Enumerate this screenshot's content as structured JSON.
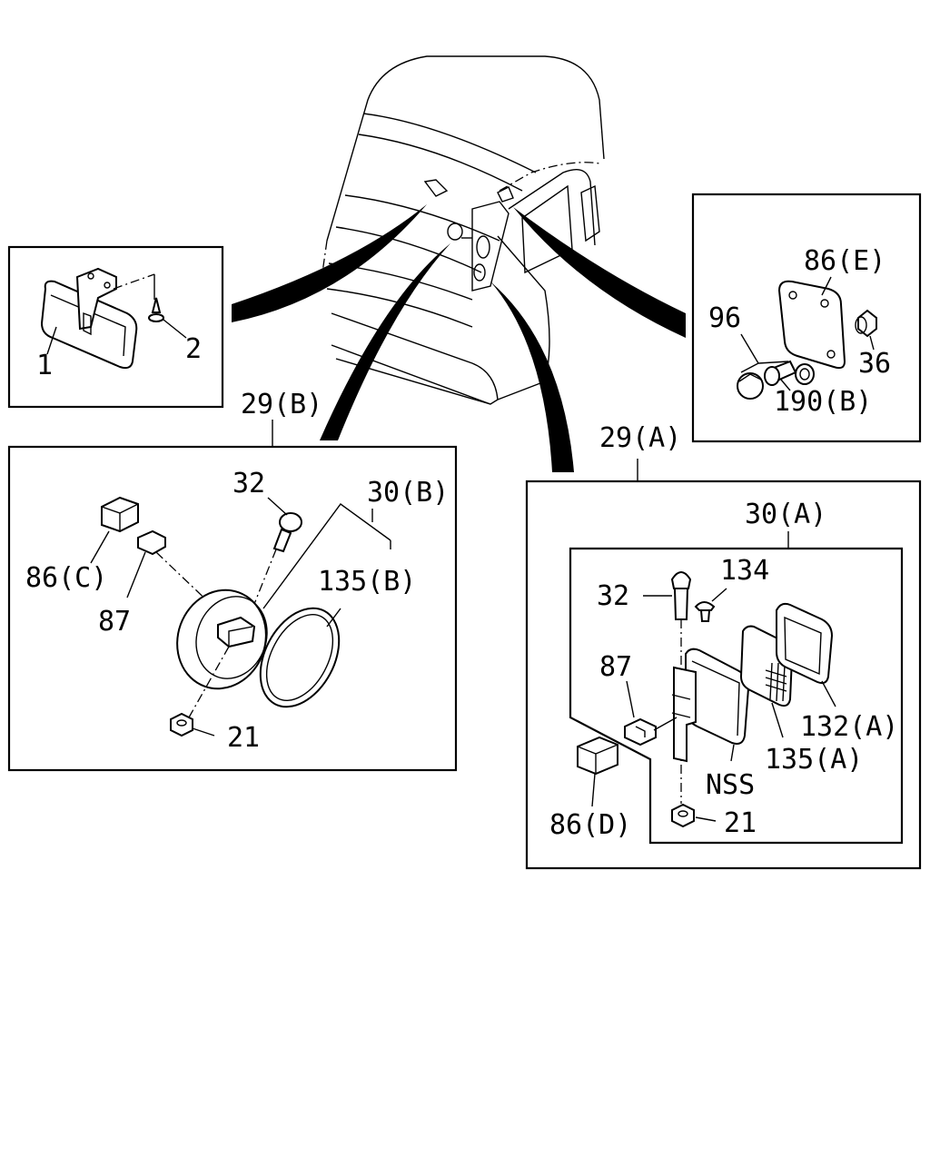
{
  "labels": {
    "mirror_1": "1",
    "screw_2": "2",
    "item_29b": "29(B)",
    "item_29a": "29(A)",
    "item_30b": "30(B)",
    "item_30a": "30(A)",
    "item_32_b": "32",
    "item_32_a": "32",
    "item_86c": "86(C)",
    "item_86d": "86(D)",
    "item_86e": "86(E)",
    "item_87_b": "87",
    "item_87_a": "87",
    "item_135b": "135(B)",
    "item_135a": "135(A)",
    "item_21_b": "21",
    "item_21_a": "21",
    "item_96": "96",
    "item_36": "36",
    "item_190b": "190(B)",
    "item_134": "134",
    "item_132a": "132(A)",
    "item_nss": "NSS"
  }
}
